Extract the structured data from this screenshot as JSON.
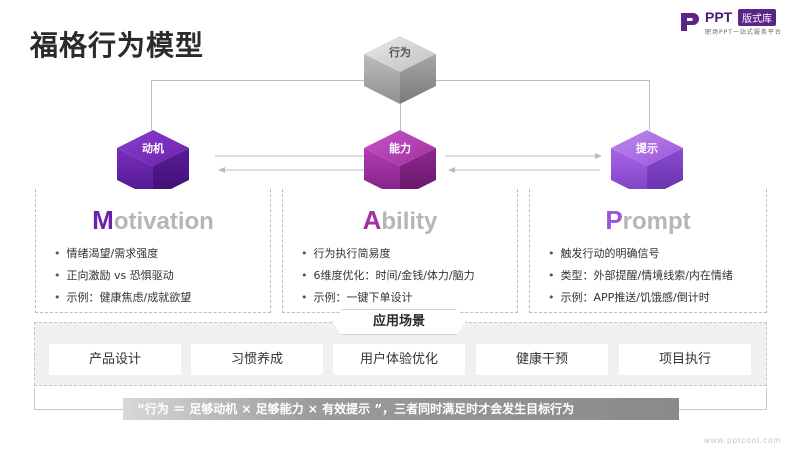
{
  "title": "福格行为模型",
  "logo": {
    "ppt": "PPT",
    "badge": "版式库",
    "tagline": "职场PPT一站式服务平台"
  },
  "center_cube": {
    "label": "行为"
  },
  "elements": [
    {
      "cube_label": "动机",
      "title_cap": "M",
      "title_rest": "otivation",
      "points": [
        "情绪渴望/需求强度",
        "正向激励 vs 恐惧驱动",
        "示例：健康焦虑/成就欲望"
      ]
    },
    {
      "cube_label": "能力",
      "title_cap": "A",
      "title_rest": "bility",
      "points": [
        "行为执行简易度",
        "6维度优化：时间/金钱/体力/脑力",
        "示例：一键下单设计"
      ]
    },
    {
      "cube_label": "提示",
      "title_cap": "P",
      "title_rest": "rompt",
      "points": [
        "触发行动的明确信号",
        "类型：外部提醒/情境线索/内在情绪",
        "示例：APP推送/饥饿感/倒计时"
      ]
    }
  ],
  "application": {
    "label": "应用场景",
    "items": [
      "产品设计",
      "习惯养成",
      "用户体验优化",
      "健康干预",
      "项目执行"
    ]
  },
  "formula": "“行为 ＝ 足够动机 × 足够能力 × 有效提示 ”，三者同时满足时才会发生目标行为",
  "website": "www.pptcool.com",
  "colors": {
    "motivation": "#7b2cbf",
    "ability": "#b03fb0",
    "prompt": "#a35ae0",
    "gray": "#a8a8a8"
  }
}
